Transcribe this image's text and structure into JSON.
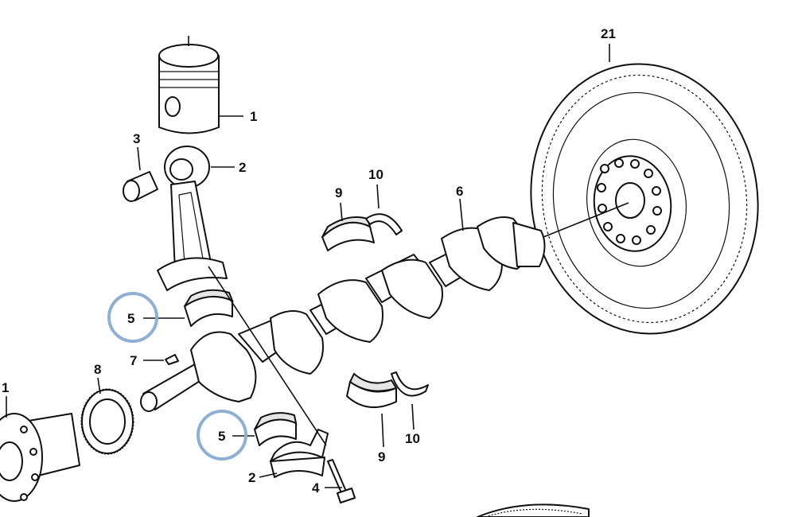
{
  "diagram": {
    "labels": {
      "piston": "1",
      "connecting_rod_top": "2",
      "piston_pin": "3",
      "bearing_shell_upper": "5",
      "plug": "7",
      "gear": "8",
      "crank_hub": "1",
      "bearing_shell_lower": "5",
      "rod_cap": "2",
      "bolt": "4",
      "main_bearing_top": "9",
      "thrust_washer_top": "10",
      "crankshaft": "6",
      "flywheel": "21",
      "main_bearing_bottom": "9",
      "thrust_washer_bottom": "10"
    },
    "highlight_color": "#8fb0d2",
    "line_color": "#111111"
  }
}
